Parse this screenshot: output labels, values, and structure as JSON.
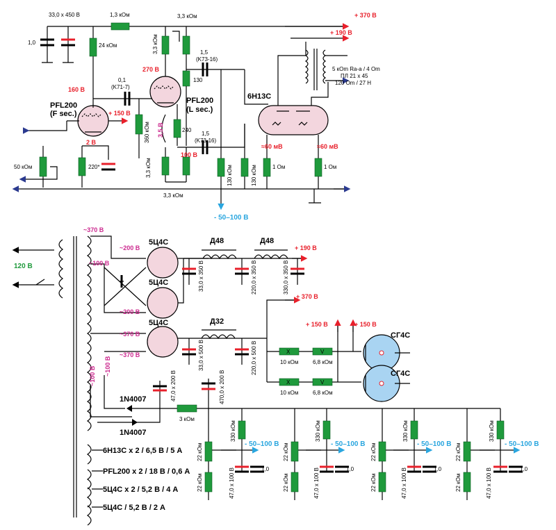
{
  "amp": {
    "supply_cap_label": "33,0 x 450 В",
    "cap_1_0": "1,0",
    "r_1k3": "1,3 кОм",
    "r_24k": "24 кОм",
    "r_3k3_top": "3,3 кОм",
    "r_3k3_vert": "3,3 кОм",
    "v370": "+ 370 В",
    "v190": "+ 190 В",
    "cap_1_5_top": "1,5",
    "cap_k73_top": "(K73-16)",
    "v270": "270 В",
    "r_130": "130",
    "cap_0_1": "0,1",
    "cap_k71": "(K71-7)",
    "v160": "160 В",
    "tube1_name": "PFL200",
    "tube1_sub": "(F sec.)",
    "v150": "+ 150 В",
    "tube2_name": "PFL200",
    "tube2_sub": "(L sec.)",
    "r_360k": "360 кОм",
    "v3_5": "3,5 В",
    "r_240": "240",
    "cap_1_5_bot": "1,5",
    "cap_k73_bot": "(K73-16)",
    "v2": "2 В",
    "r_220": "220*",
    "v100": "100 В",
    "pot_50k": "50 кОм",
    "r_3k3_bl": "3,3 кОм",
    "r_3k3_bottom": "3,3 кОм",
    "r_130k_a": "130 кОм",
    "r_130k_b": "130 кОм",
    "tube3_name": "6Н13С",
    "mv60_a": "≈60 мВ",
    "mv60_b": "≈60 мВ",
    "r_1om_a": "1 Ом",
    "r_1om_b": "1 Ом",
    "xfmr_line1": "5 кОm Ra-a / 4 Om",
    "xfmr_line2": "ПЛ 21 x 45",
    "xfmr_line3": "120 Om / 27 H",
    "bias_range": "- 50–100 В"
  },
  "psu": {
    "mains": "120 В",
    "sec_370": "~370 В",
    "sec_200a": "~200 В",
    "sec_100": "~100 В",
    "sec_200b": "~200 В",
    "sec_370b": "~370 В",
    "sec_370c": "~370 В",
    "sec_100b": "~100 В",
    "sec_100c": "~100 В",
    "rect1": "5Ц4С",
    "rect2": "5Ц4С",
    "rect3": "5Ц4С",
    "choke1": "Д48",
    "choke2": "Д48",
    "choke3": "Д32",
    "out190": "+ 190 В",
    "out370": "+ 370 В",
    "out150a": "+ 150 В",
    "out150b": "+ 150 В",
    "c_33_350": "33,0 x 350 В",
    "c_220_350": "220,0 x 350 В",
    "c_330_350": "330,0 x 350 В",
    "c_33_500": "33,0 x 500 В",
    "c_220_500": "220,0 x 500 В",
    "stab1": "СГ4С",
    "stab2": "СГ4С",
    "r_10k_a": "10 кОм",
    "r_6k8_a": "6,8 кОм",
    "r_10k_b": "10 кОм",
    "r_6k8_b": "6,8 кОм",
    "mark_x": "X",
    "mark_v": "V",
    "diode1": "1N4007",
    "diode2": "1N4007",
    "c_47_200": "47,0 x 200 В",
    "c_470_200": "470,0 x 200 В",
    "r_3k": "3 кОм",
    "bias_r22k": "22 кОм",
    "bias_r330k": "330 кОм",
    "bias_c47": "47,0 x 100 В",
    "bias_c1": "1,0",
    "bias_out": "- 50–100 В",
    "fil1": "6Н13С x 2 / 6,5 В / 5 А",
    "fil2": "PFL200 x 2 / 18 В / 0,6 А",
    "fil3": "5Ц4С x 2 / 5,2 В / 4 А",
    "fil4": "5Ц4С / 5,2 В / 2 А"
  },
  "colors": {
    "resistor": "#1f9a3c",
    "cap_electrolytic": "#e8202b",
    "voltage_red": "#e8202b",
    "voltage_magenta": "#cc2a8f",
    "bias_blue": "#2aa6df",
    "arrow_navy": "#2b3a8f",
    "tube_fill": "#f3d6de",
    "stabilizer_fill": "#a9d4f2"
  }
}
